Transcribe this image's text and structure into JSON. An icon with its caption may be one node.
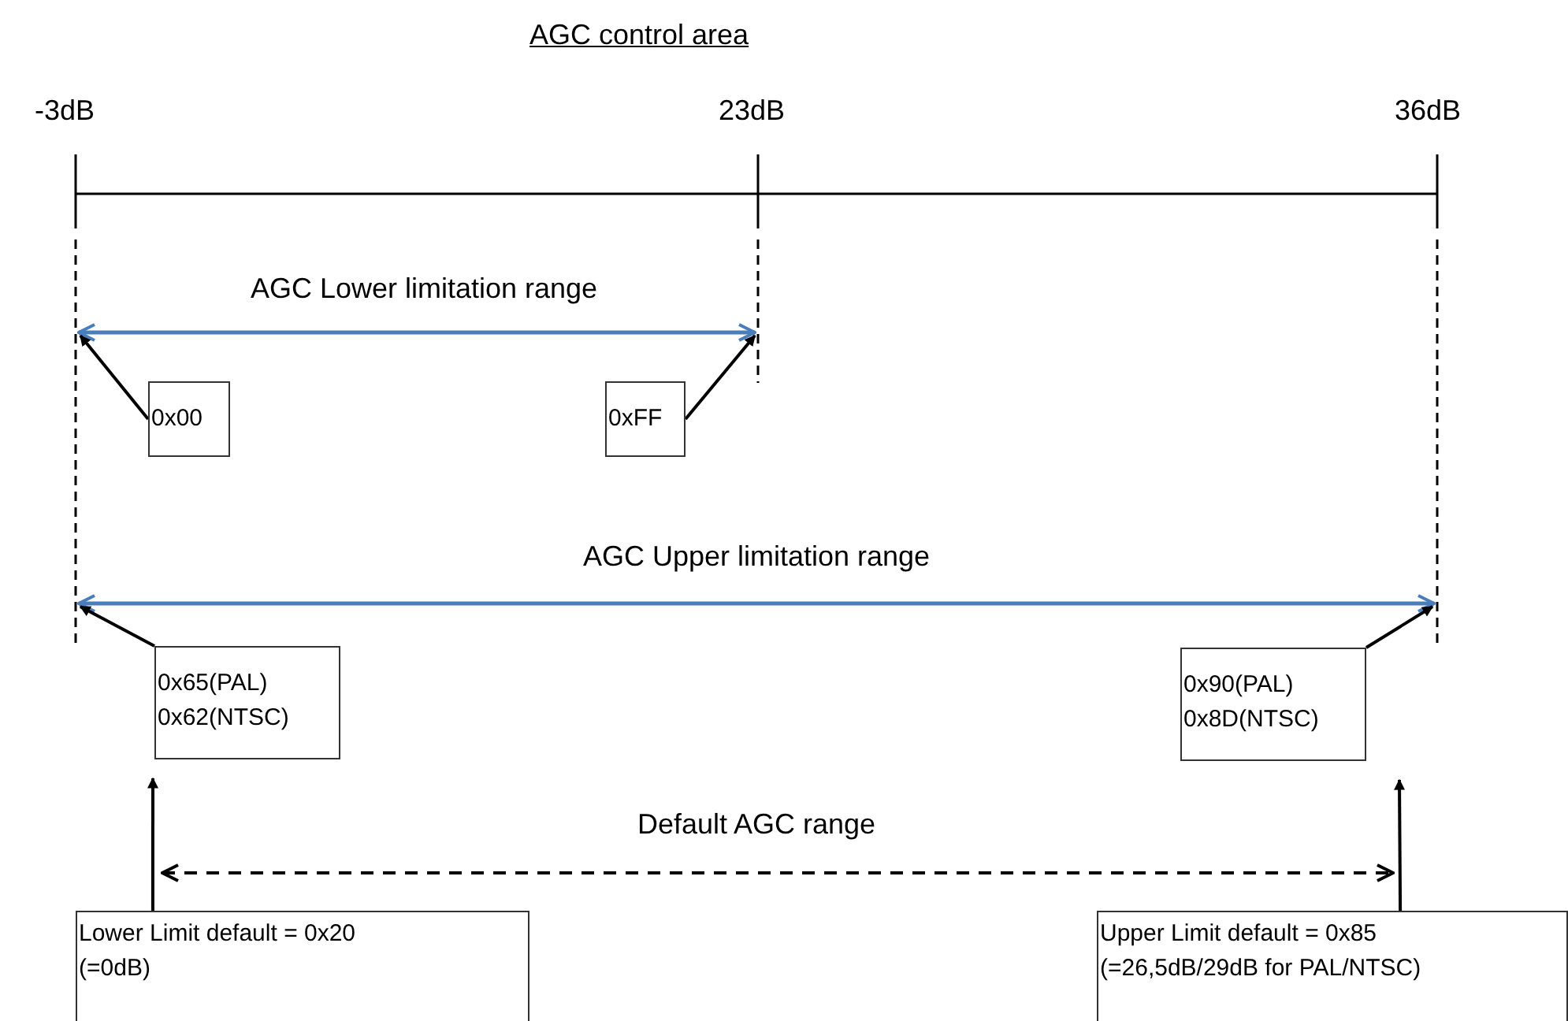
{
  "diagram": {
    "title": "AGC control area",
    "nodes": [
      {
        "text": [
          "0x00"
        ]
      },
      {
        "text": [
          "0xFF"
        ]
      },
      {
        "text": [
          "0x65(PAL) 0x62(NTSC)"
        ]
      },
      {
        "text": [
          "0x90(PAL) 0x8D(NTSC)"
        ]
      },
      {
        "text": [
          "Lower Limit default = 0x20 (=0dB)"
        ]
      },
      {
        "text": [
          "Upper Limit default = 0x85 (=26,5dB/29dB for PAL/NTSC)"
        ]
      }
    ],
    "edges": [
      {
        "from": 0,
        "to": null,
        "arrow": "to"
      },
      {
        "from": 1,
        "to": null,
        "arrow": "to"
      },
      {
        "from": 2,
        "to": null,
        "arrow": "to"
      },
      {
        "from": 3,
        "to": null,
        "arrow": "to"
      },
      {
        "from": 4,
        "to": 2,
        "arrow": "to"
      },
      {
        "from": 5,
        "to": 3,
        "arrow": "to"
      }
    ],
    "labels": [
      "-3dB",
      "23dB",
      "36dB",
      "AGC Lower limitation range",
      "AGC Upper limitation range",
      "Default AGC range"
    ]
  }
}
